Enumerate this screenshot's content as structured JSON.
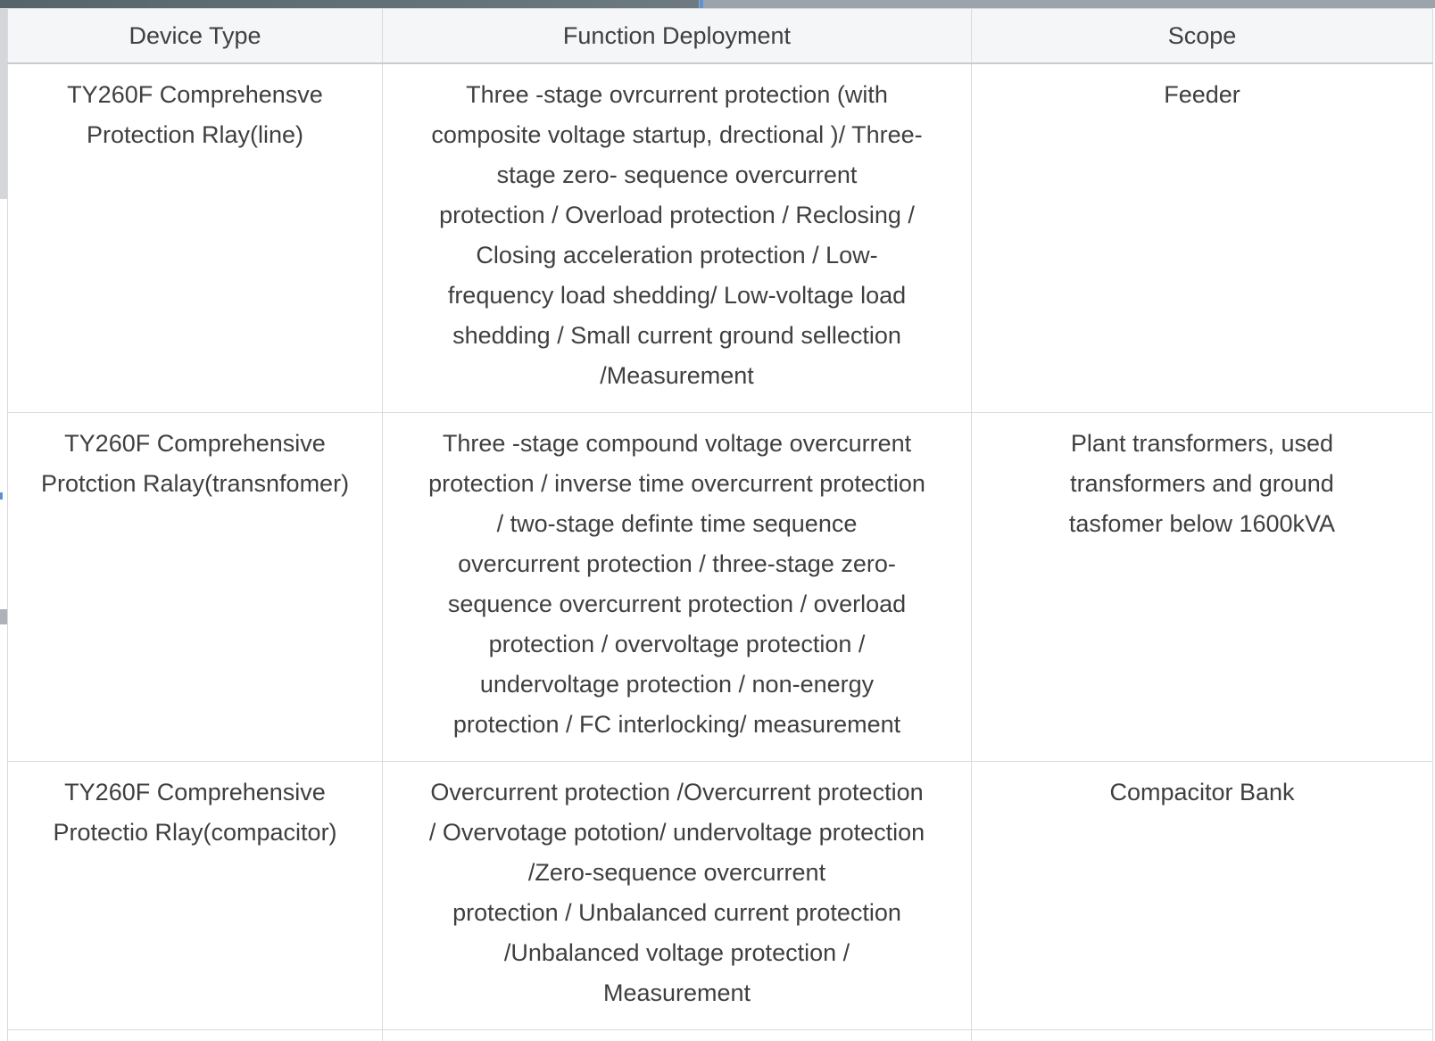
{
  "colors": {
    "header_background": "#f5f6f8",
    "cell_border": "#d9dbdd",
    "text": "#3f3f3f",
    "scrollbar_thumb": "#68747b",
    "scrollbar_track": "#9ba4ab",
    "marker_accent": "#5b93d6"
  },
  "table": {
    "columns": {
      "device_type": "Device Type",
      "function_deployment": "Function Deployment",
      "scope": "Scope"
    },
    "rows": [
      {
        "device_type": [
          "TY260F Comprehensve",
          "Protection Rlay(line)"
        ],
        "function_deployment": [
          "Three -stage ovrcurrent protection (with",
          "composite voltage startup, drectional )/ Three-",
          "stage zero- sequence overcurrent",
          "protection / Overload protection / Reclosing /",
          "Closing acceleration protection / Low-",
          "frequency load shedding/ Low-voltage load",
          "shedding / Small current ground sellection",
          "/Measurement"
        ],
        "scope": [
          "Feeder"
        ]
      },
      {
        "device_type": [
          "TY260F Comprehensive",
          "Protction Ralay(transnfomer)"
        ],
        "function_deployment": [
          "Three -stage compound voltage overcurrent",
          "protection / inverse time overcurrent protection",
          "/ two-stage definte time sequence",
          "overcurrent protection / three-stage zero-",
          "sequence overcurrent protection / overload",
          "protection / overvoltage protection /",
          "undervoltage protection / non-energy",
          "protection / FC interlocking/ measurement"
        ],
        "scope": [
          "Plant transformers, used",
          "transformers and ground",
          "tasfomer below 1600kVA"
        ]
      },
      {
        "device_type": [
          "TY260F Comprehensive",
          "Protectio Rlay(compacitor)"
        ],
        "function_deployment": [
          "Overcurrent protection /Overcurrent protection",
          "/ Overvotage pototion/ undervoltage protection",
          "/Zero-sequence overcurrent",
          "protection / Unbalanced current protection",
          "/Unbalanced voltage protection /",
          "Measurement"
        ],
        "scope": [
          "Compacitor Bank"
        ]
      }
    ]
  }
}
